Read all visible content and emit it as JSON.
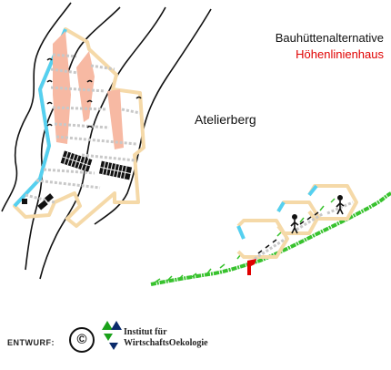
{
  "title": {
    "line1": "Bauhüttenalternative",
    "line2": "Höhenlinienhaus",
    "line2_color": "#e00000"
  },
  "location_label": "Atelierberg",
  "footer": {
    "entwurf": "ENTWURF:",
    "copyright_symbol": "©",
    "institute_line1": "Institut für",
    "institute_line2": "WirtschaftsOekologie"
  },
  "colors": {
    "wall": "#f5d9a8",
    "roof_accent": "#f7b9a3",
    "glass": "#55d0f0",
    "grass": "#38c22e",
    "contour": "#111111",
    "stair": "#c8c8c8",
    "entry_marker": "#e00000",
    "logo_top": "#1aa11a",
    "logo_bottom": "#0a2a6a"
  },
  "icons": [
    "copyright-icon",
    "institute-logo-icon",
    "person-icon",
    "entry-marker-icon"
  ]
}
